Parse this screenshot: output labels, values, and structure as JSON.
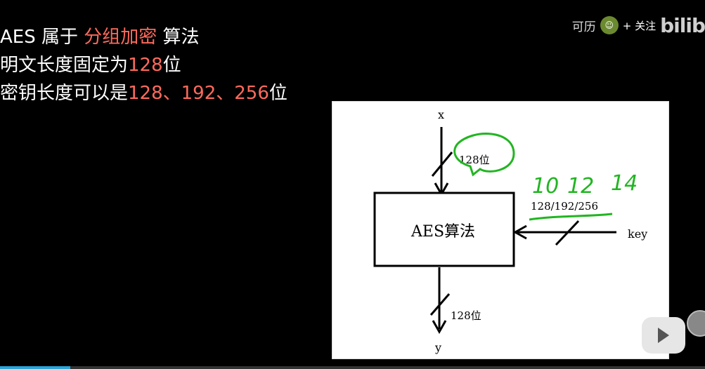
{
  "colors": {
    "accent": "#ff6a5c",
    "handwriting": "#22b522",
    "progress": "#2aa6d8"
  },
  "slide": {
    "line1": {
      "a": "AES 属于 ",
      "b": "分组加密",
      "c": " 算法"
    },
    "line2": {
      "a": "明文长度固定为",
      "b": "128",
      "c": "位"
    },
    "line3": {
      "a": "密钥长度可以是",
      "b": "128、192、256",
      "c": "位"
    }
  },
  "channel": {
    "name": "可历",
    "follow": "+ 关注",
    "logo": "bilib"
  },
  "diagram": {
    "input_label": "x",
    "input_width": "128位",
    "box_label": "AES算法",
    "key_label": "key",
    "key_sizes": "128/192/256",
    "output_width": "128位",
    "output_label": "y",
    "hand_rounds": [
      "10",
      "12",
      "14"
    ]
  },
  "player": {
    "progress": 0.1
  },
  "icons": {
    "avatar": "avatar-icon",
    "tv": "bilibili-tv-icon",
    "play": "play-icon"
  }
}
